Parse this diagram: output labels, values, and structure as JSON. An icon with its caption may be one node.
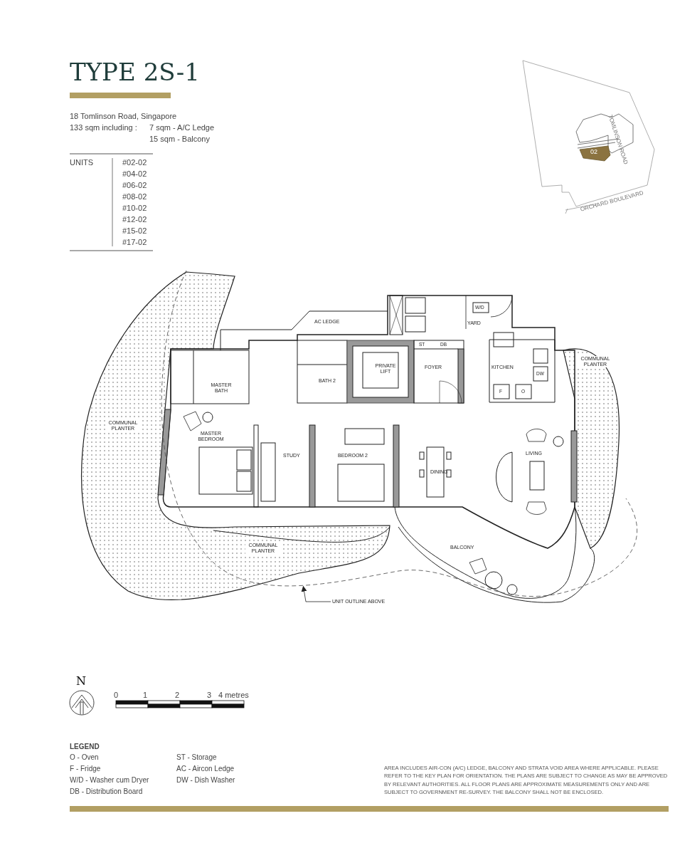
{
  "diagram": {
    "title": "TYPE 2S-1",
    "nodes": [
      {
        "text": [
          "UNIT OUTLINE ABOVE"
        ]
      },
      {
        "text": [],
        "shape": "outline"
      }
    ],
    "edges": [
      {
        "from": 0,
        "to": 1,
        "arrow": "to"
      }
    ],
    "labels": [
      "18 Tomlinson Road, Singapore",
      "133 sqm including :",
      "7 sqm - A/C Ledge",
      "15 sqm - Balcony",
      "UNITS",
      "#02-02",
      "#04-02",
      "#06-02",
      "#08-02",
      "#10-02",
      "#12-02",
      "#15-02",
      "#17-02",
      "TOMLINSON ROAD",
      "02",
      "ORCHARD BOULEVARD",
      "AC LEDGE",
      "W/D",
      "YARD",
      "ST",
      "DB",
      "PRIVATE LIFT",
      "FOYER",
      "KITCHEN",
      "DW",
      "F",
      "O",
      "COMMUNAL PLANTER",
      "MASTER BATH",
      "BATH 2",
      "COMMUNAL PLANTER",
      "MASTER BEDROOM",
      "STUDY",
      "BEDROOM 2",
      "DINING",
      "LIVING",
      "COMMUNAL PLANTER",
      "BALCONY",
      "N",
      "0",
      "1",
      "2",
      "3",
      "4 metres",
      "LEGEND",
      "AREA INCLUDES AIR-CON (A/C) LEDGE, BALCONY AND STRATA VOID AREA WHERE APPLICABLE. PLEASE REFER TO THE KEY PLAN FOR ORIENTATION. THE PLANS ARE SUBJECT TO CHANGE AS MAY BE APPROVED BY RELEVANT AUTHORITIES. ALL FLOOR PLANS ARE APPROXIMATE MEASUREMENTS ONLY AND ARE SUBJECT TO GOVERNMENT RE-SURVEY. THE BALCONY SHALL NOT BE ENCLOSED."
    ],
    "legend": [
      {
        "text": "O - Oven"
      },
      {
        "text": "F - Fridge"
      },
      {
        "text": "W/D - Washer cum Dryer"
      },
      {
        "text": "DB - Distribution Board"
      },
      {
        "text": "ST - Storage"
      },
      {
        "text": "AC - Aircon Ledge"
      },
      {
        "text": "DW - Dish Washer"
      }
    ]
  }
}
